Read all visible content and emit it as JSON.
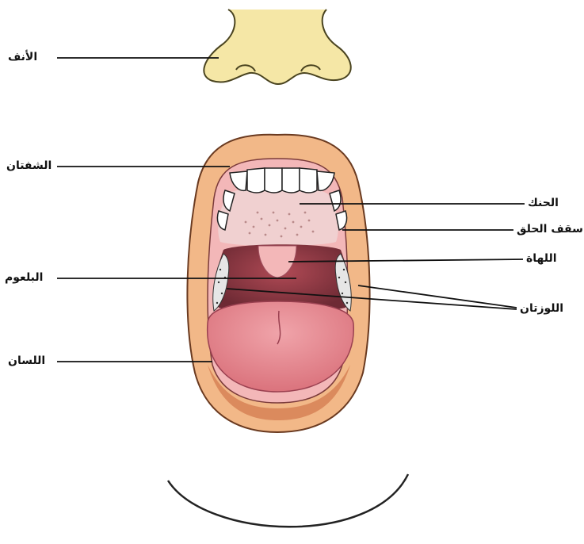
{
  "labels": {
    "nose": "الأنف",
    "lips": "الشفتان",
    "hard_palate": "الحنك",
    "soft_palate": "سقف الحلق",
    "uvula": "اللهاة",
    "pharynx": "البلعوم",
    "tonsils": "اللوزتان",
    "tongue": "اللسان"
  },
  "colors": {
    "skin": "#f5e7a6",
    "lip": "#f2b888",
    "lip_dark": "#d47e52",
    "gum": "#f3b7b8",
    "palate": "#f0d0d0",
    "throat": "#8e3b47",
    "tongue": "#e68a91",
    "tonsil": "#e6e6e6",
    "line": "#111111"
  }
}
